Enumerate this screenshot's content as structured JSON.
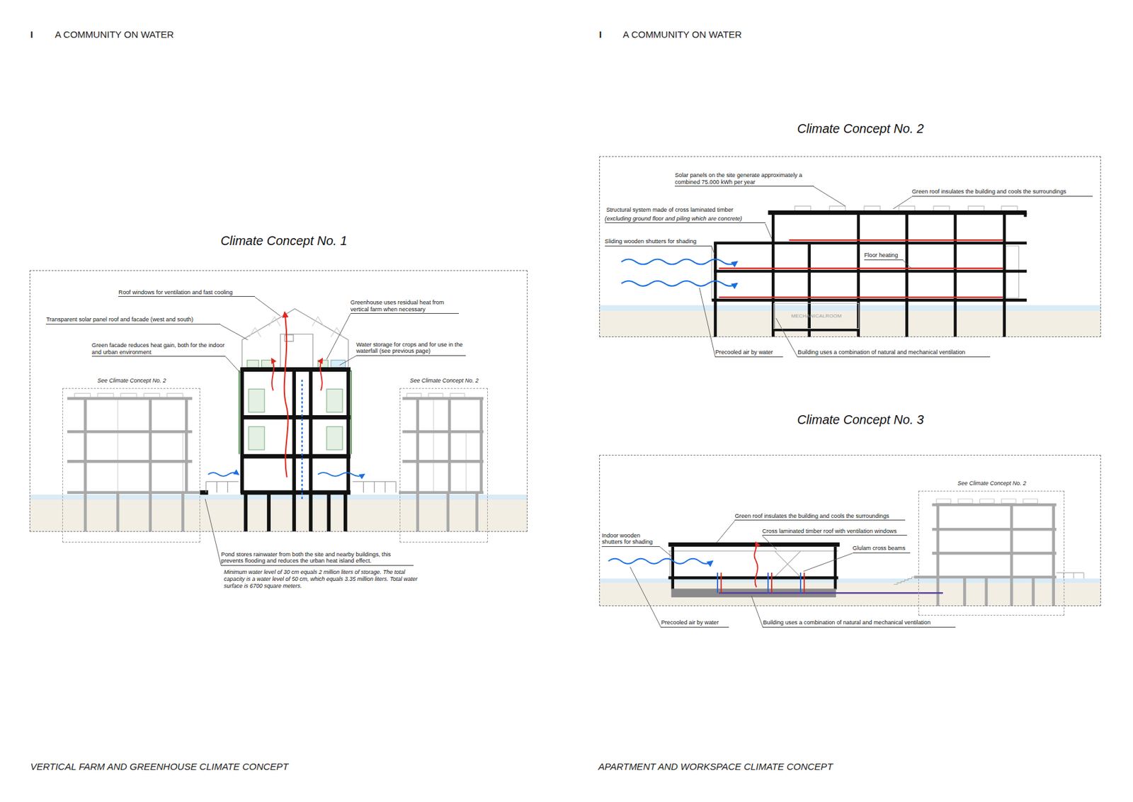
{
  "diagram": {
    "nodes": [
      {
        "text": [
          "Climate Concept No. 1"
        ]
      },
      {
        "text": [
          "See Climate Concept No. 2"
        ],
        "in": 0
      },
      {
        "text": [
          "See Climate Concept No. 2"
        ],
        "in": 0
      },
      {
        "text": [
          "Climate Concept No. 2"
        ]
      },
      {
        "text": [
          "MECHANICALROOM"
        ],
        "in": 3
      },
      {
        "text": [
          "Climate Concept No. 3"
        ]
      },
      {
        "text": [
          "See Climate Concept No. 2"
        ],
        "in": 5
      }
    ],
    "labels": [
      "I",
      "A COMMUNITY ON WATER",
      "I",
      "A COMMUNITY ON WATER",
      "Roof windows for ventilation and fast cooling",
      "Transparent solar panel roof and facade (west and south)",
      "Greenhouse uses residual heat from vertical farm when necessary",
      "Green facade reduces heat gain, both for the indoor and urban environment",
      "Water storage for crops and for use in the waterfall (see previous page)",
      "Pond stores rainwater from both the site and nearby buildings, this prevents flooding and reduces the urban heat island effect.",
      "Minimum water level of 30 cm equals 2 million liters of storage. The total capacity is a water level of 50 cm, which equals 3.35 million liters. Total water surface is 6700 square meters.",
      "VERTICAL FARM AND GREENHOUSE CLIMATE CONCEPT",
      "Solar panels on the site generate approximately a combined 75.000 kWh per year",
      "Green roof insulates the building and cools the surroundings",
      "Structural system made of cross laminated timber",
      "(excluding ground floor and piling which are concrete)",
      "Sliding wooden shutters for shading",
      "Floor heating",
      "Precooled air by water",
      "Building uses a combination of natural and mechanical ventilation",
      "Green roof insulates the building and cools the surroundings",
      "Cross laminated timber roof with ventilation windows",
      "Glulam cross beams",
      "Indoor wooden shutters for shading",
      "Precooled air by water",
      "Building uses a combination of natural and mechanical ventilation",
      "APARTMENT AND WORKSPACE CLIMATE CONCEPT"
    ]
  }
}
